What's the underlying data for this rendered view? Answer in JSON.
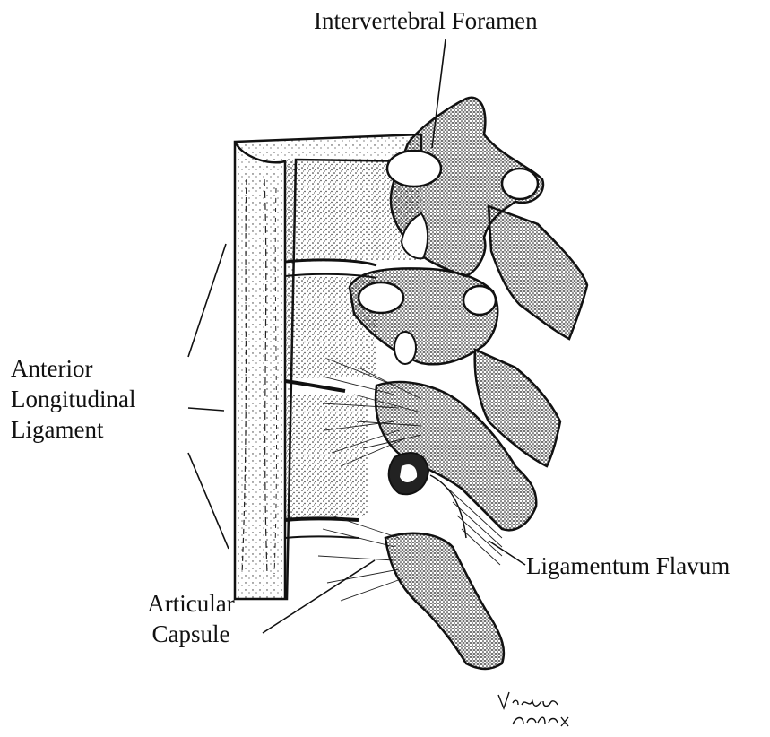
{
  "labels": {
    "intervertebral_foramen": "Intervertebral Foramen",
    "anterior_longitudinal_ligament": [
      "Anterior",
      "Longitudinal",
      "Ligament"
    ],
    "ligamentum_flavum": "Ligamentum Flavum",
    "articular_capsule": [
      "Articular",
      "Capsule"
    ]
  },
  "signature": [
    "Virginia",
    "Acher"
  ],
  "colors": {
    "ink": "#111111",
    "paper": "#ffffff"
  }
}
